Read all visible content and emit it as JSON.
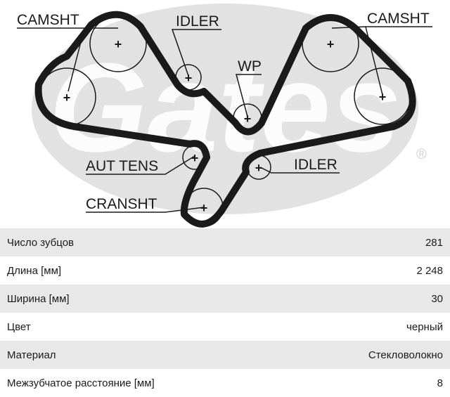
{
  "diagram": {
    "labels": {
      "camshaft_left": "CAMSHT",
      "camshaft_right": "CAMSHT",
      "idler_top": "IDLER",
      "water_pump": "WP",
      "auto_tensioner": "AUT TENS",
      "idler_bottom": "IDLER",
      "crankshaft": "CRANSHT"
    },
    "watermark": "Gates",
    "registered_mark": "®"
  },
  "specs": [
    {
      "label": "Число зубцов",
      "value": "281"
    },
    {
      "label": "Длина [мм]",
      "value": "2 248"
    },
    {
      "label": "Ширина [мм]",
      "value": "30"
    },
    {
      "label": "Цвет",
      "value": "черный"
    },
    {
      "label": "Материал",
      "value": "Стекловолокно"
    },
    {
      "label": "Межзубчатое расстояние [мм]",
      "value": "8"
    }
  ]
}
